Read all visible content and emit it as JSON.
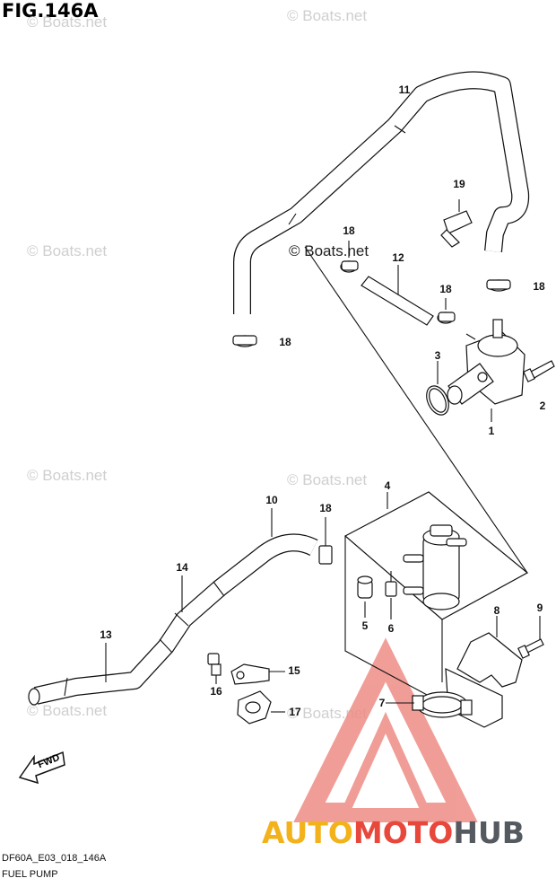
{
  "figure": {
    "title": "FIG.146A",
    "code": "DF60A_E03_018_146A",
    "caption": "FUEL PUMP"
  },
  "watermark": {
    "text": "© Boats.net"
  },
  "logo": {
    "part1": "AUTO",
    "part2": "MOTO",
    "part3": "HUB",
    "colors": {
      "auto": "#f3b21b",
      "moto": "#e8473b",
      "hub": "#555a60"
    }
  },
  "fwd_label": "FWD",
  "callouts": {
    "c1": "1",
    "c2": "2",
    "c3": "3",
    "c4": "4",
    "c5": "5",
    "c6": "6",
    "c7": "7",
    "c8": "8",
    "c9": "9",
    "c10": "10",
    "c11": "11",
    "c12": "12",
    "c13": "13",
    "c14": "14",
    "c15": "15",
    "c16": "16",
    "c17": "17",
    "c18a": "18",
    "c18b": "18",
    "c18c": "18",
    "c18d": "18",
    "c18e": "18",
    "c19": "19"
  }
}
